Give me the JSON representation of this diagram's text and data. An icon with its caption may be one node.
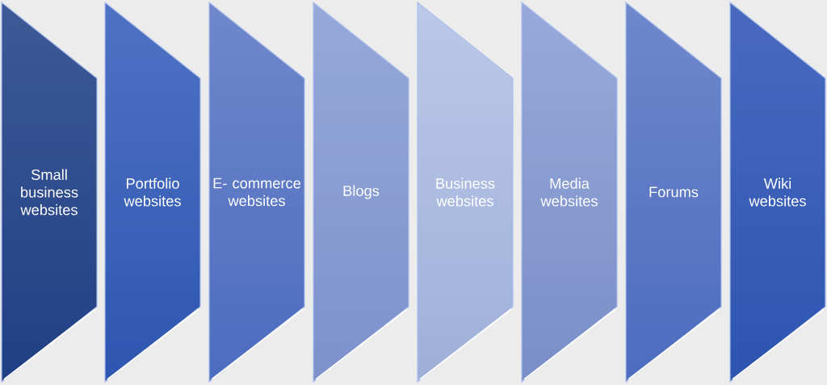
{
  "diagram": {
    "nodes": [
      {
        "text": [
          "Small business websites"
        ]
      },
      {
        "text": [
          "Portfolio websites"
        ]
      },
      {
        "text": [
          "E- commerce websites"
        ]
      },
      {
        "text": [
          "Blogs"
        ]
      },
      {
        "text": [
          "Business websites"
        ]
      },
      {
        "text": [
          "Media websites"
        ]
      },
      {
        "text": [
          "Forums"
        ]
      },
      {
        "text": [
          "Wiki websites"
        ]
      }
    ]
  }
}
